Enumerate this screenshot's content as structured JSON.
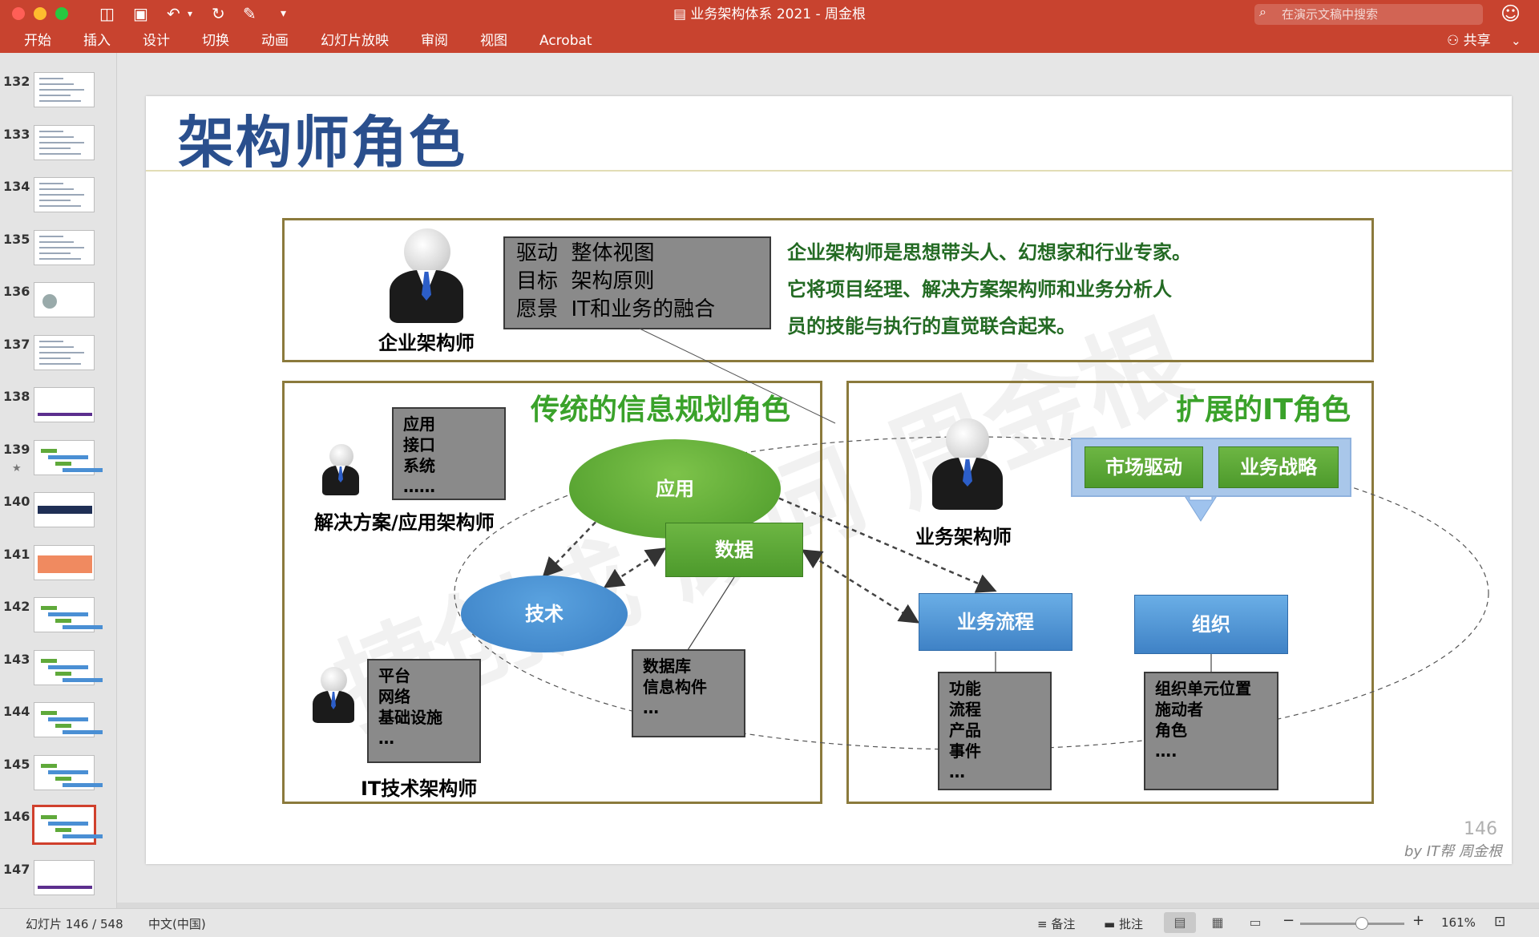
{
  "titlebar": {
    "document_title": "业务架构体系 2021 - 周金根",
    "search_placeholder": "在演示文稿中搜索",
    "share_label": "共享"
  },
  "ribbon_tabs": [
    "开始",
    "插入",
    "设计",
    "切换",
    "动画",
    "幻灯片放映",
    "审阅",
    "视图",
    "Acrobat"
  ],
  "thumbnails": [
    {
      "num": "132",
      "style": "text"
    },
    {
      "num": "133",
      "style": "text"
    },
    {
      "num": "134",
      "style": "text"
    },
    {
      "num": "135",
      "style": "text"
    },
    {
      "num": "136",
      "style": "chart"
    },
    {
      "num": "137",
      "style": "text"
    },
    {
      "num": "138",
      "style": "purple"
    },
    {
      "num": "139",
      "style": "diagram",
      "starred": true
    },
    {
      "num": "140",
      "style": "dark"
    },
    {
      "num": "141",
      "style": "orange"
    },
    {
      "num": "142",
      "style": "diagram"
    },
    {
      "num": "143",
      "style": "diagram"
    },
    {
      "num": "144",
      "style": "diagram"
    },
    {
      "num": "145",
      "style": "diagram"
    },
    {
      "num": "146",
      "style": "diagram",
      "active": true
    },
    {
      "num": "147",
      "style": "purple"
    }
  ],
  "slide": {
    "title": "架构师角色",
    "watermark": "捷创成 顾问 周金根",
    "page_number": "146",
    "credit": "by IT帮 周金根",
    "enterprise": {
      "label": "企业架构师",
      "table": [
        {
          "k": "驱动",
          "v": "整体视图"
        },
        {
          "k": "目标",
          "v": "架构原则"
        },
        {
          "k": "愿景",
          "v": "IT和业务的融合"
        }
      ],
      "description": [
        "企业架构师是思想带头人、幻想家和行业专家。",
        "它将项目经理、解决方案架构师和业务分析人",
        "员的技能与执行的直觉联合起来。"
      ]
    },
    "traditional": {
      "title": "传统的信息规划角色",
      "solution_label": "解决方案/应用架构师",
      "solution_items": [
        "应用",
        "接口",
        "系统",
        "……"
      ],
      "it_label": "IT技术架构师",
      "it_items": [
        "平台",
        "网络",
        "基础设施",
        "…"
      ],
      "app_label": "应用",
      "data_label": "数据",
      "tech_label": "技术",
      "db_items": [
        "数据库",
        "信息构件",
        "…"
      ]
    },
    "extended": {
      "title": "扩展的IT角色",
      "business_label": "业务架构师",
      "market_label": "市场驱动",
      "strategy_label": "业务战略",
      "process_label": "业务流程",
      "org_label": "组织",
      "process_items": [
        "功能",
        "流程",
        "产品",
        "事件",
        "…"
      ],
      "org_items": [
        "组织单元位置",
        "施动者",
        "角色",
        "…."
      ]
    }
  },
  "statusbar": {
    "slide_info": "幻灯片 146 / 548",
    "language": "中文(中国)",
    "notes_label": "备注",
    "comments_label": "批注",
    "zoom": "161%"
  },
  "colors": {
    "titlebar": "#c8432f",
    "title_blue": "#2a4f8d",
    "section_green": "#3aa22a",
    "description_green": "#236a23"
  }
}
